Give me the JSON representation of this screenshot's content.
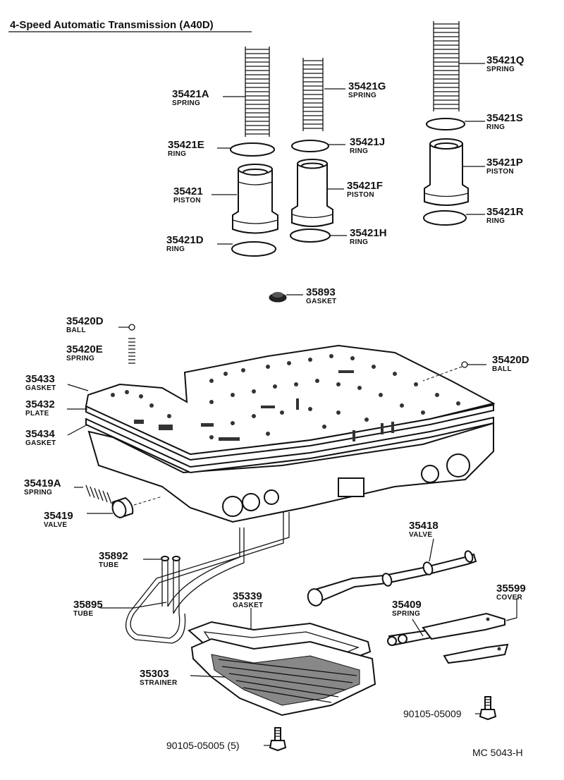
{
  "title": "4-Speed Automatic Transmission (A40D)",
  "figure_code": "MC 5043-H",
  "labels": [
    {
      "id": "35421A",
      "number": "35421A",
      "name": "SPRING"
    },
    {
      "id": "35421E",
      "number": "35421E",
      "name": "RING"
    },
    {
      "id": "35421",
      "number": "35421",
      "name": "PISTON"
    },
    {
      "id": "35421D",
      "number": "35421D",
      "name": "RING"
    },
    {
      "id": "35421G",
      "number": "35421G",
      "name": "SPRING"
    },
    {
      "id": "35421J",
      "number": "35421J",
      "name": "RING"
    },
    {
      "id": "35421F",
      "number": "35421F",
      "name": "PISTON"
    },
    {
      "id": "35421H",
      "number": "35421H",
      "name": "RING"
    },
    {
      "id": "35421Q",
      "number": "35421Q",
      "name": "SPRING"
    },
    {
      "id": "35421S",
      "number": "35421S",
      "name": "RING"
    },
    {
      "id": "35421P",
      "number": "35421P",
      "name": "PISTON"
    },
    {
      "id": "35421R",
      "number": "35421R",
      "name": "RING"
    },
    {
      "id": "35893",
      "number": "35893",
      "name": "GASKET"
    },
    {
      "id": "35420D-left",
      "number": "35420D",
      "name": "BALL"
    },
    {
      "id": "35420E",
      "number": "35420E",
      "name": "SPRING"
    },
    {
      "id": "35420D-right",
      "number": "35420D",
      "name": "BALL"
    },
    {
      "id": "35433",
      "number": "35433",
      "name": "GASKET"
    },
    {
      "id": "35432",
      "number": "35432",
      "name": "PLATE"
    },
    {
      "id": "35434",
      "number": "35434",
      "name": "GASKET"
    },
    {
      "id": "35419A",
      "number": "35419A",
      "name": "SPRING"
    },
    {
      "id": "35419",
      "number": "35419",
      "name": "VALVE"
    },
    {
      "id": "35418",
      "number": "35418",
      "name": "VALVE"
    },
    {
      "id": "35892",
      "number": "35892",
      "name": "TUBE"
    },
    {
      "id": "35895",
      "number": "35895",
      "name": "TUBE"
    },
    {
      "id": "35339",
      "number": "35339",
      "name": "GASKET"
    },
    {
      "id": "35599",
      "number": "35599",
      "name": "COVER"
    },
    {
      "id": "35409",
      "number": "35409",
      "name": "SPRING"
    },
    {
      "id": "35303",
      "number": "35303",
      "name": "STRAINER"
    }
  ],
  "bolts": [
    {
      "id": "bolt-90105-05009",
      "code": "90105-05009"
    },
    {
      "id": "bolt-90105-05005",
      "code": "90105-05005 (5)"
    }
  ]
}
